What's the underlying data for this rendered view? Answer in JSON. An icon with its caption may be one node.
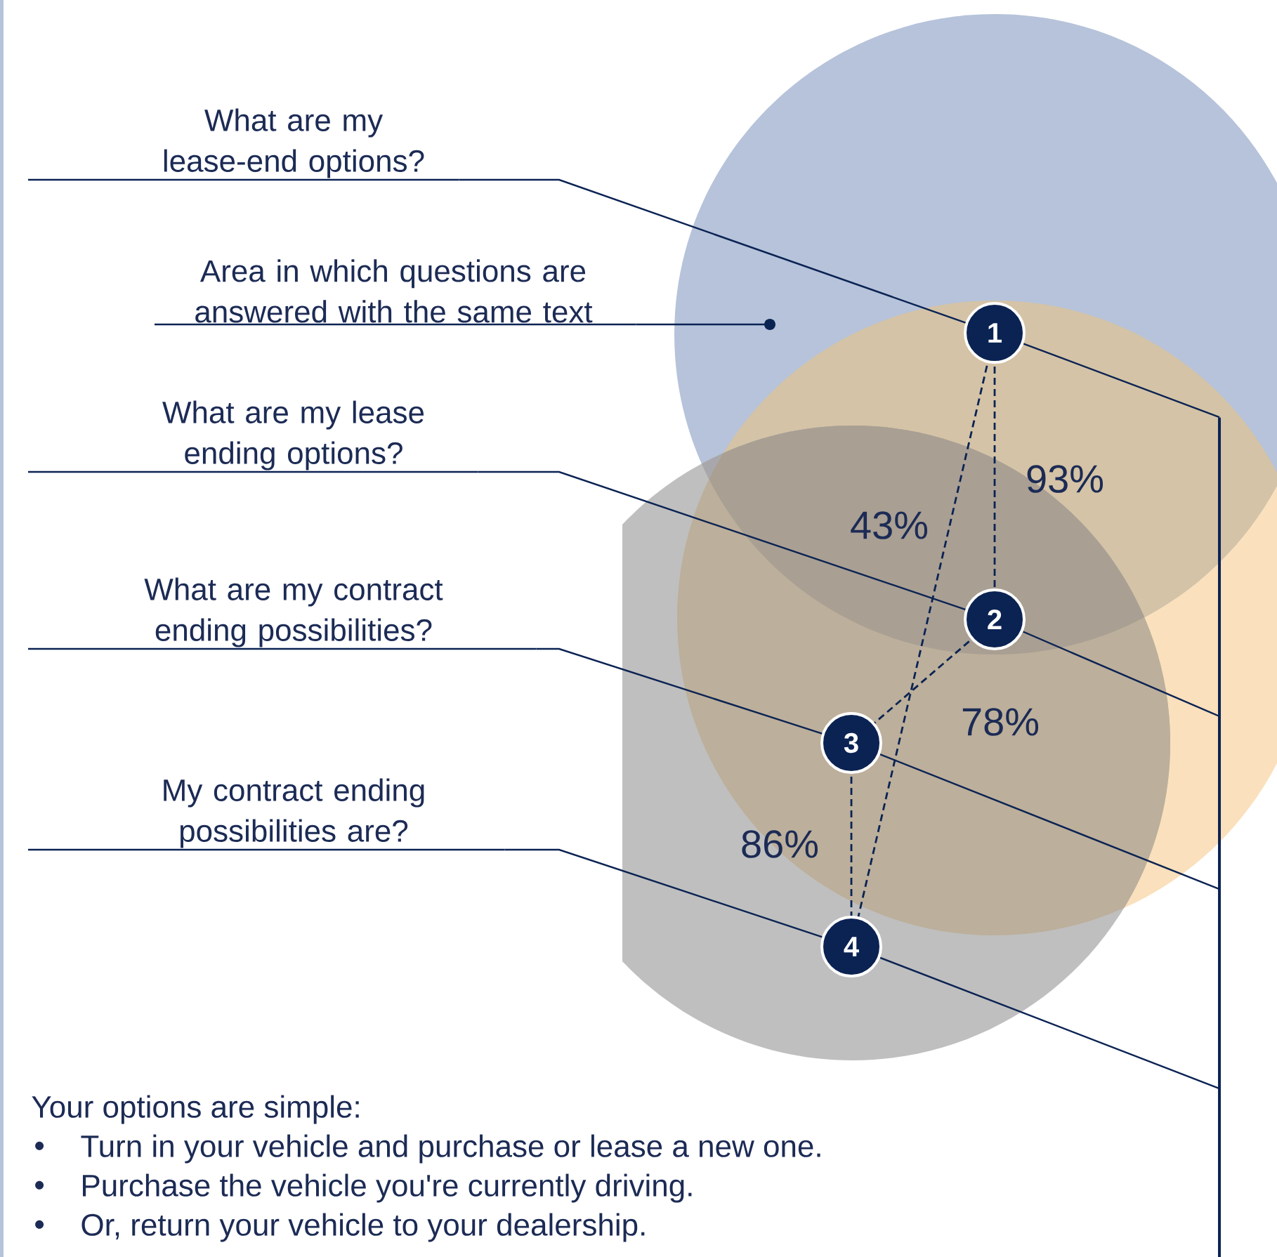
{
  "diagram": {
    "nodes": [
      {
        "text": [
          "What are my lease-end options?"
        ]
      },
      {
        "text": [
          "Area in which questions are answered with the same text"
        ]
      },
      {
        "text": [
          "What are my lease ending options?"
        ]
      },
      {
        "text": [
          "What are my contract ending possibilities?"
        ]
      },
      {
        "text": [
          "My contract ending possibilities are?"
        ]
      },
      {
        "text": [
          "1"
        ]
      },
      {
        "text": [
          "2"
        ]
      },
      {
        "text": [
          "3"
        ]
      },
      {
        "text": [
          "4"
        ]
      },
      {
        "text": [],
        "shape": "bar"
      },
      {
        "text": [
          "Your options are simple:",
          "Turn in your vehicle and purchase or lease a new one.",
          "Purchase the vehicle you're currently driving.",
          "Or, return your vehicle to your dealership."
        ]
      }
    ],
    "edges": [
      {
        "from": 0,
        "to": 5,
        "arrow": "none"
      },
      {
        "from": 2,
        "to": 6,
        "arrow": "none"
      },
      {
        "from": 3,
        "to": 7,
        "arrow": "none"
      },
      {
        "from": 4,
        "to": 8,
        "arrow": "none"
      },
      {
        "from": 5,
        "to": 9,
        "arrow": "none"
      },
      {
        "from": 6,
        "to": 9,
        "arrow": "none"
      },
      {
        "from": 7,
        "to": 9,
        "arrow": "none"
      },
      {
        "from": 8,
        "to": 9,
        "arrow": "none"
      },
      {
        "from": 1,
        "to": null,
        "arrow": "other"
      },
      {
        "from": 5,
        "to": 6,
        "arrow": "none",
        "style": "dashed",
        "label": "93%"
      },
      {
        "from": 5,
        "to": 8,
        "arrow": "none",
        "style": "dashed",
        "label": "43%"
      },
      {
        "from": 6,
        "to": 7,
        "arrow": "none",
        "style": "dashed",
        "label": "78%"
      },
      {
        "from": 7,
        "to": 8,
        "arrow": "none",
        "style": "dashed",
        "label": "86%"
      }
    ],
    "labels": [
      "•",
      "•",
      "•"
    ]
  }
}
